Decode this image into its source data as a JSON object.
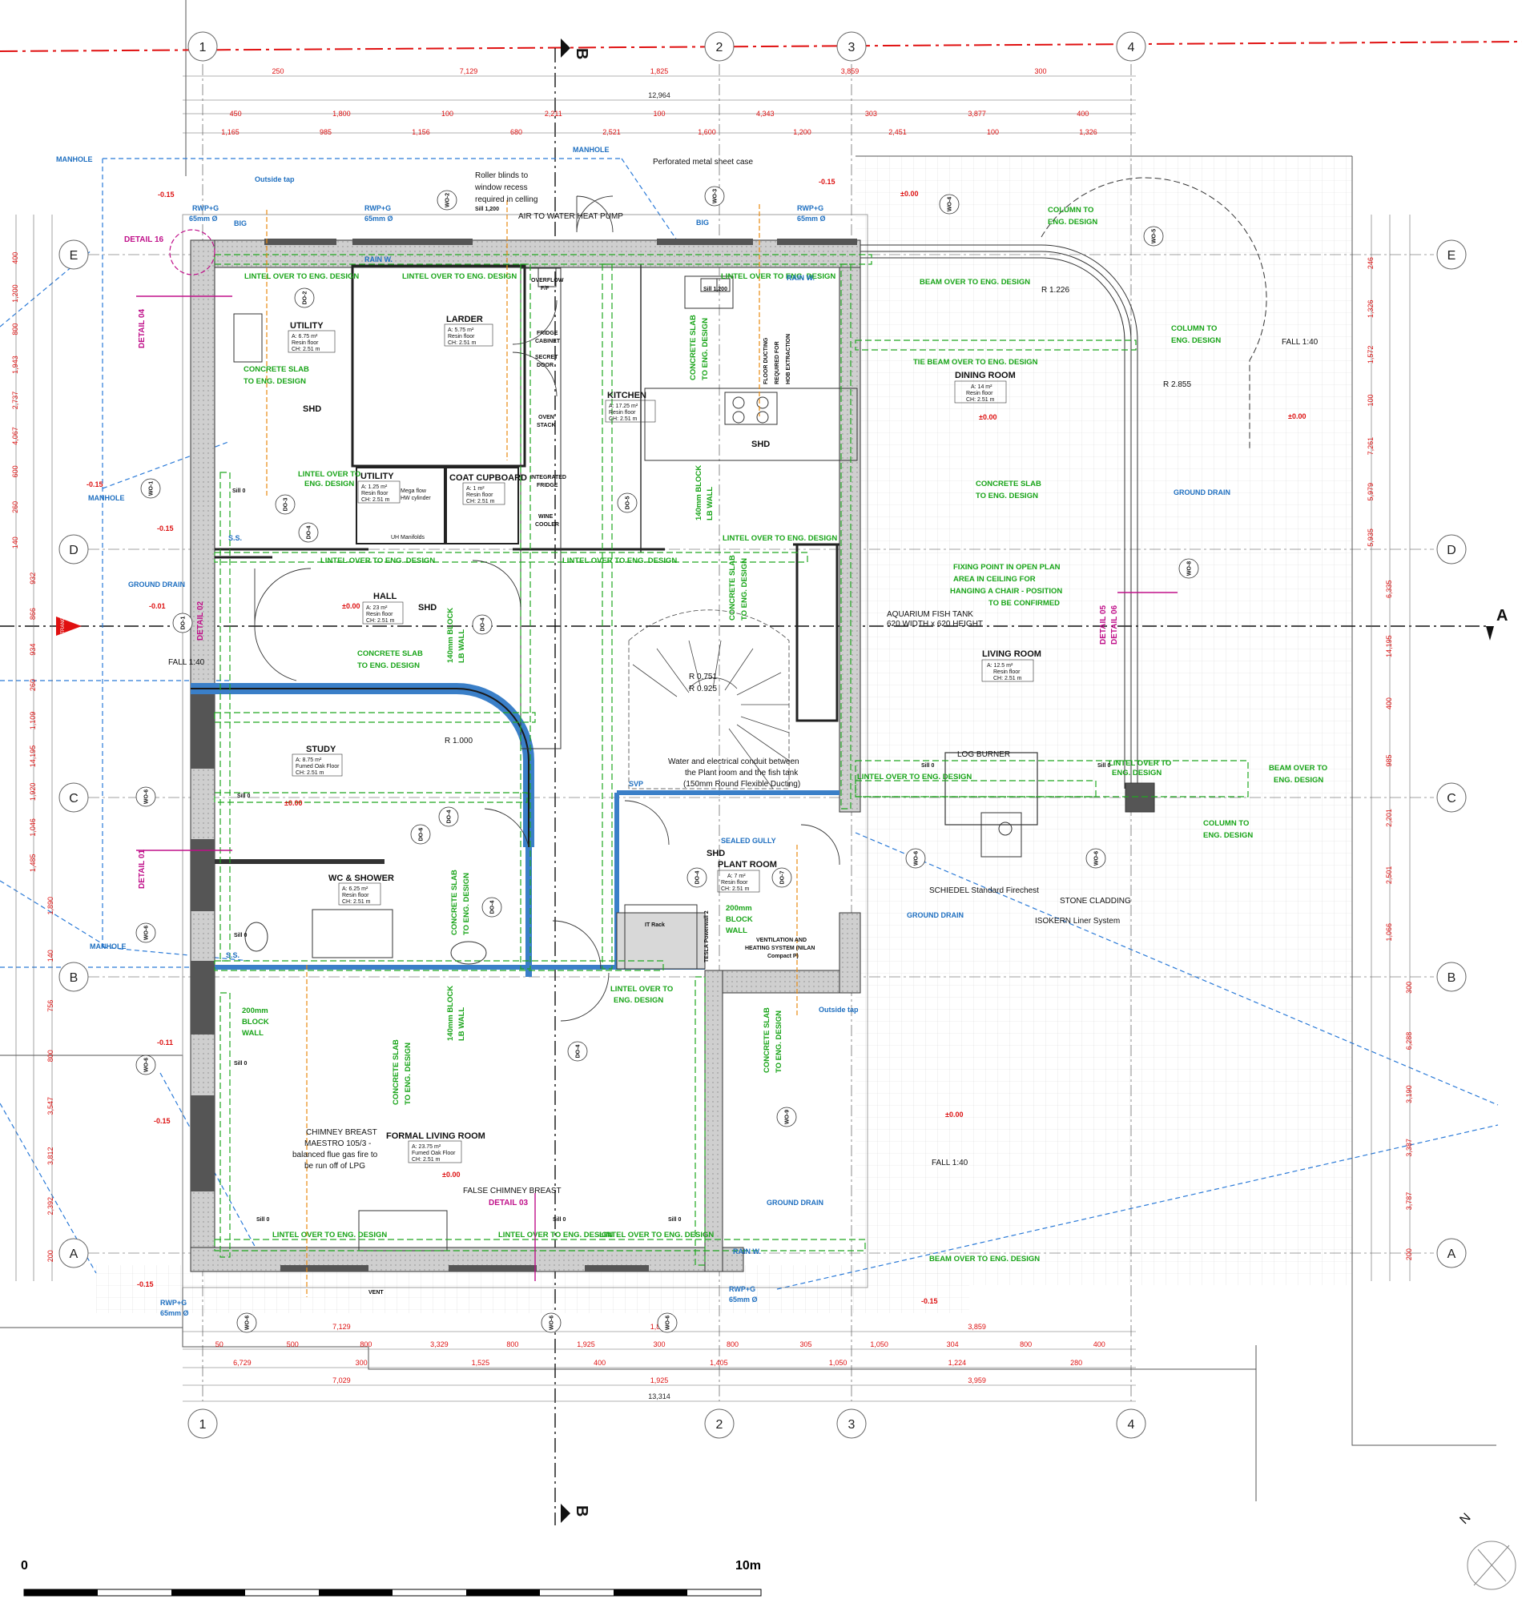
{
  "grid": {
    "columns_top": [
      "1",
      "2",
      "3",
      "4"
    ],
    "columns_bottom": [
      "1",
      "2",
      "3",
      "4"
    ],
    "rows": [
      "E",
      "D",
      "C",
      "B",
      "A"
    ]
  },
  "sections": {
    "b_top": "B",
    "b_bottom": "B",
    "a_right": "A"
  },
  "dims_top": {
    "r1": [
      "250",
      "7,129",
      "1,825",
      "3,859",
      "300"
    ],
    "r2": "12,964",
    "r3": [
      "450",
      "1,800",
      "100",
      "2,211",
      "100",
      "4,343",
      "303",
      "3,877",
      "400"
    ],
    "r4": [
      "1,165",
      "985",
      "1,156",
      "680",
      "2,521",
      "1,600",
      "1,200",
      "2,451",
      "100",
      "1,326"
    ]
  },
  "dims_bottom": {
    "r1": [
      "7,129",
      "1,825",
      "3,859"
    ],
    "r2": [
      "50",
      "500",
      "800",
      "3,329",
      "800",
      "1,925",
      "300",
      "800",
      "305",
      "1,050",
      "304",
      "800",
      "400"
    ],
    "r3": [
      "6,729",
      "300",
      "1,525",
      "400",
      "1,405",
      "1,050",
      "1,224",
      "280"
    ],
    "r4": [
      "7,029",
      "1,925",
      "3,959"
    ],
    "r5": "13,314"
  },
  "dims_left": [
    "400",
    "1,200",
    "800",
    "1,943",
    "2,737",
    "4,067",
    "600",
    "260",
    "140",
    "932",
    "866",
    "934",
    "260",
    "1,109",
    "14,195",
    "1,920",
    "1,046",
    "1,485",
    "1,890",
    "140",
    "756",
    "800",
    "3,547",
    "3,812",
    "2,392",
    "200"
  ],
  "dims_right": [
    "246",
    "1,326",
    "1,572",
    "100",
    "7,261",
    "5,979",
    "5,935",
    "6,335",
    "14,195",
    "400",
    "985",
    "2,201",
    "2,501",
    "1,066",
    "300",
    "6,288",
    "3,190",
    "3,387",
    "3,787",
    "200"
  ],
  "rooms": [
    {
      "name": "UTILITY",
      "area": "A: 6.75 m²",
      "floor": "Resin floor",
      "ch": "CH: 2.51 m"
    },
    {
      "name": "LARDER",
      "area": "A: 5.75 m²",
      "floor": "Resin floor",
      "ch": "CH: 2.51 m"
    },
    {
      "name": "KITCHEN",
      "area": "A: 17.25 m²",
      "floor": "Resin floor",
      "ch": "CH: 2.51 m"
    },
    {
      "name": "DINING ROOM",
      "area": "A: 14 m²",
      "floor": "Resin floor",
      "ch": "CH: 2.51 m"
    },
    {
      "name": "UTILITY",
      "area": "A: 1.25 m²",
      "floor": "Resin floor",
      "ch": "CH: 2.51 m"
    },
    {
      "name": "COAT CUPBOARD",
      "area": "A: 1 m²",
      "floor": "Resin floor",
      "ch": "CH: 2.51 m"
    },
    {
      "name": "HALL",
      "area": "A: 23 m²",
      "floor": "Resin floor",
      "ch": "CH: 2.51 m"
    },
    {
      "name": "LIVING ROOM",
      "area": "A: 12.5 m²",
      "floor": "Resin floor",
      "ch": "CH: 2.51 m"
    },
    {
      "name": "STUDY",
      "area": "A: 8.75 m²",
      "floor": "Fumed Oak Floor",
      "ch": "CH: 2.51 m"
    },
    {
      "name": "WC & SHOWER",
      "area": "A: 6.25 m²",
      "floor": "Resin floor",
      "ch": "CH: 2.51 m"
    },
    {
      "name": "PLANT ROOM",
      "area": "A: 7 m²",
      "floor": "Resin floor",
      "ch": "CH: 2.51 m"
    },
    {
      "name": "FORMAL LIVING ROOM",
      "area": "A: 23.75 m²",
      "floor": "Fumed Oak Floor",
      "ch": "CH: 2.51 m"
    }
  ],
  "notes": {
    "roller1": "Roller blinds to",
    "roller2": "window recess",
    "roller3": "required in celling",
    "heatpump": "AIR TO WATER HEAT PUMP",
    "perforated": "Perforated metal sheet case",
    "outside_tap": "Outside tap",
    "outside_tap2": "Outside tap",
    "overflow1": "OVERFLOW",
    "overflow2": "F/F",
    "fridge1": "FRIDGE",
    "fridge2": "CABINET",
    "secret1": "SECRET",
    "secret2": "DOOR",
    "oven1": "OVEN",
    "oven2": "STACK",
    "intfridge1": "INTEGRATED",
    "intfridge2": "FRIDGE",
    "wine1": "WINE",
    "wine2": "COOLER",
    "floorduct1": "FLOOR DUCTING",
    "floorduct2": "REQUIRED FOR",
    "floorduct3": "HOB EXTRACTION",
    "megaflow1": "Mega flow",
    "megaflow2": "HW cylinder",
    "uh": "UH Manifolds",
    "aquarium1": "AQUARIUM FISH TANK",
    "aquarium2": "620 WIDTH x  620 HEIGHT",
    "fixing1": "FIXING POINT IN OPEN PLAN",
    "fixing2": "AREA IN CEILING FOR",
    "fixing3": "HANGING A CHAIR - POSITION",
    "fixing4": "TO BE CONFIRMED",
    "log": "LOG BURNER",
    "schiedel": "SCHIEDEL Standard Firechest",
    "stone": "STONE CLADDING",
    "isokern": "ISOKERN Liner System",
    "conduit1": "Water and electrical conduit between",
    "conduit2": "the Plant room and the fish tank",
    "conduit3": "(150mm Round Flexible Ducting)",
    "vent1": "VENTILATION AND",
    "vent2": "HEATING SYSTEM (NILAN",
    "vent3": "Compact P)",
    "itrack": "IT Rack",
    "tesla": "TESLA Powerwall 2",
    "chimney1": "CHIMNEY BREAST",
    "chimney2": "MAESTRO 105/3 -",
    "chimney3": "balanced flue gas fire to",
    "chimney4": "be run off of LPG",
    "false_chimney": "FALSE CHIMNEY BREAST",
    "vent": "VENT",
    "entrance": "ENTRANCE",
    "sill1200": "Sill 1,200",
    "sill1200b": "Sill 1,200",
    "fall1": "FALL 1:40",
    "fall2": "FALL 1:40",
    "fall3": "FALL 1:40"
  },
  "eng": {
    "lintel": "LINTEL OVER TO ENG. DESIGN",
    "lintel_2a": "LINTEL OVER TO",
    "lintel_2b": "ENG. DESIGN",
    "beam": "BEAM OVER TO ENG. DESIGN",
    "beam_2a": "BEAM OVER TO",
    "beam_2b": "ENG. DESIGN",
    "tiebeam": "TIE BEAM OVER TO ENG. DESIGN",
    "col_a": "COLUMN TO",
    "col_b": "ENG. DESIGN",
    "slab_a": "CONCRETE SLAB",
    "slab_b": "TO ENG. DESIGN",
    "block140a": "140mm BLOCK",
    "block140b": "LB WALL",
    "block200a": "200mm",
    "block200b": "BLOCK",
    "block200c": "WALL"
  },
  "blue": {
    "manhole": "MANHOLE",
    "rwp": "RWP+G",
    "rwp_d": "65mm Ø",
    "rainw": "RAIN W.",
    "ground_drain": "GROUND DRAIN",
    "sealed": "SEALED GULLY",
    "svp": "SVP",
    "big": "BIG",
    "ss": "S.S."
  },
  "details": {
    "d16": "DETAIL 16",
    "d04": "DETAIL 04",
    "d02": "DETAIL 02",
    "d01": "DETAIL 01",
    "d03": "DETAIL 03",
    "d05": "DETAIL 05",
    "d06": "DETAIL 06"
  },
  "levels": {
    "m015": "-0.15",
    "m001": "-0.01",
    "m011": "-0.11",
    "zero": "±0.00"
  },
  "radii": {
    "r1226": "R 1.226",
    "r2855": "R 2.855",
    "r1000": "R 1.000",
    "r751": "R 0.751",
    "r925": "R 0.925"
  },
  "tags": {
    "wo1": "WO-1",
    "wo2": "WO-2",
    "wo3": "WO-3",
    "wo4": "WO-4",
    "wo5": "WO-5",
    "wo6": "WO-6",
    "wo8": "WO-8",
    "wo9": "WO-9",
    "do1": "DO-1",
    "do2": "DO-2",
    "do3": "DO-3",
    "do4": "DO-4",
    "do5": "DO-5",
    "do6": "DO-6",
    "do7": "DO-7",
    "shd": "SHD",
    "sill0": "Sill 0"
  },
  "scale": {
    "zero": "0",
    "ten": "10m"
  },
  "north": "N"
}
